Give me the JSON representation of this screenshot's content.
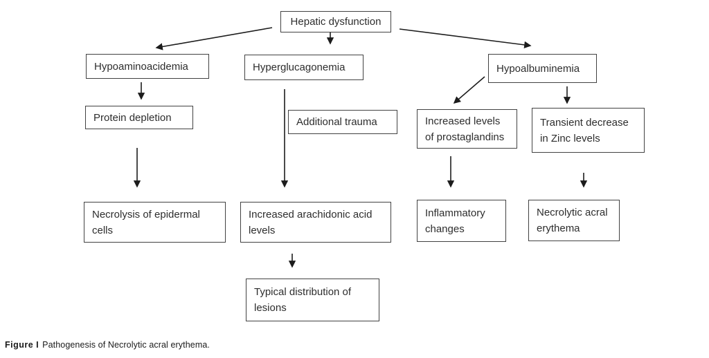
{
  "figure_caption": {
    "label": "Figure I",
    "text": "Pathogenesis of Necrolytic acral erythema."
  },
  "colors": {
    "background": "#ffffff",
    "box_border": "#414141",
    "arrow": "#1c1c1c",
    "text": "#2d2d2d"
  },
  "nodes": {
    "hepatic_dysfunction": {
      "l1": "Hepatic dysfunction"
    },
    "hypoaminoacidemia": {
      "l1": "Hypoaminoacidemia"
    },
    "hyperglucagonemia": {
      "l1": "Hyperglucagonemia"
    },
    "hypoalbuminemia": {
      "l1": "Hypoalbuminemia"
    },
    "protein_depletion": {
      "l1": "Protein depletion"
    },
    "additional_trauma": {
      "l1": "Additional trauma"
    },
    "increased_prostaglandins": {
      "l1": "Increased levels",
      "l2": "of prostaglandins"
    },
    "transient_zinc_decrease": {
      "l1": "Transient decrease",
      "l2": "in Zinc levels"
    },
    "necrolysis_epidermal": {
      "l1": "Necrolysis of epidermal",
      "l2": "cells"
    },
    "increased_arachidonic": {
      "l1": "Increased arachidonic acid",
      "l2": "levels"
    },
    "inflammatory_changes": {
      "l1": "Inflammatory",
      "l2": "changes"
    },
    "necrolytic_acral_erythema": {
      "l1": "Necrolytic acral",
      "l2": "erythema"
    },
    "typical_distribution": {
      "l1": "Typical distribution of",
      "l2": "lesions"
    }
  },
  "edges": [
    {
      "from": "hepatic_dysfunction",
      "to": "hypoaminoacidemia"
    },
    {
      "from": "hepatic_dysfunction",
      "to": "hyperglucagonemia"
    },
    {
      "from": "hepatic_dysfunction",
      "to": "hypoalbuminemia"
    },
    {
      "from": "hypoaminoacidemia",
      "to": "protein_depletion"
    },
    {
      "from": "protein_depletion",
      "to": "necrolysis_epidermal"
    },
    {
      "from": "hyperglucagonemia",
      "to": "increased_arachidonic"
    },
    {
      "from": "hypoalbuminemia",
      "to": "increased_prostaglandins"
    },
    {
      "from": "hypoalbuminemia",
      "to": "transient_zinc_decrease"
    },
    {
      "from": "increased_prostaglandins",
      "to": "inflammatory_changes"
    },
    {
      "from": "transient_zinc_decrease",
      "to": "necrolytic_acral_erythema"
    },
    {
      "from": "increased_arachidonic",
      "to": "typical_distribution"
    }
  ]
}
